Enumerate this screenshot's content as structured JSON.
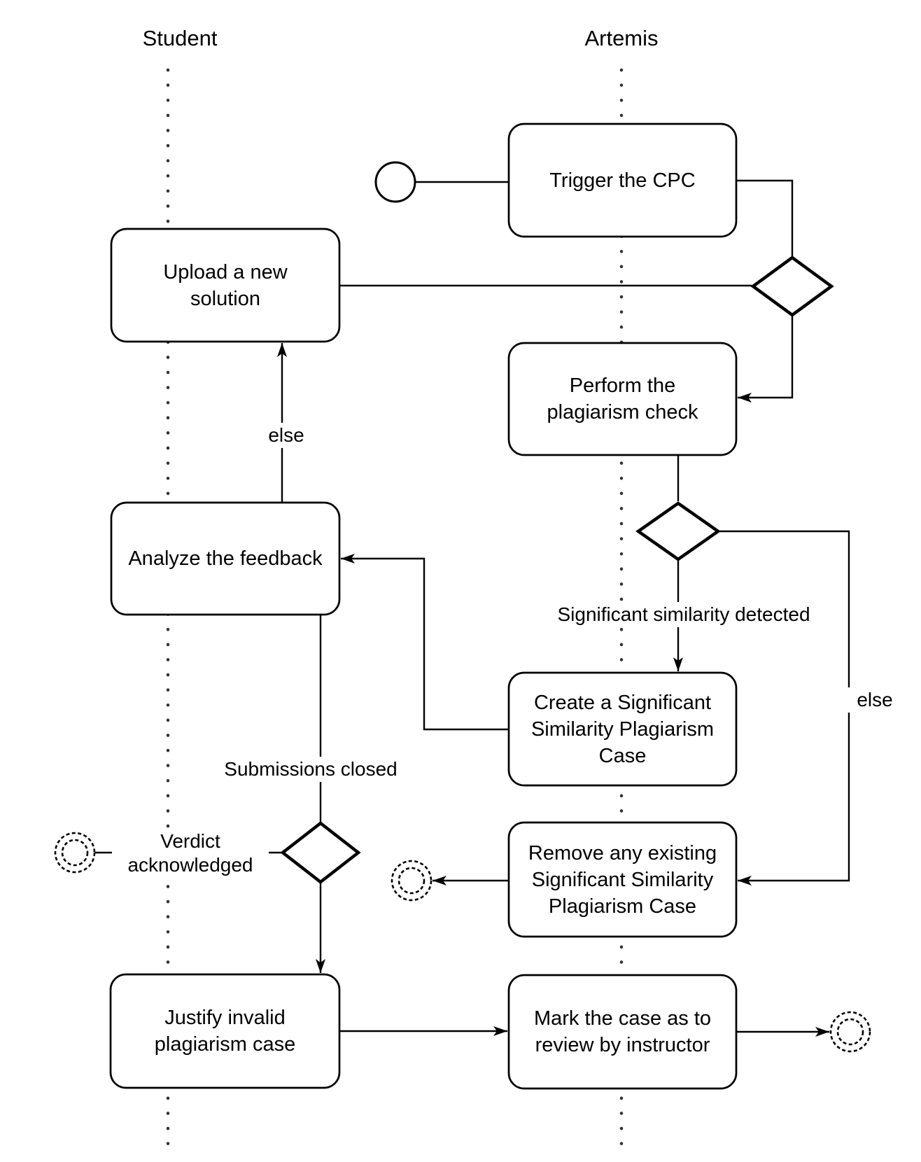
{
  "diagram": {
    "title_hint": "Plagiarism check activity diagram",
    "colors": {
      "stroke": "#000000",
      "background": "#ffffff",
      "lane_dots": "#333333"
    },
    "lanes": {
      "student": {
        "label": "Student"
      },
      "artemis": {
        "label": "Artemis"
      }
    },
    "nodes": {
      "trigger": {
        "label": "Trigger the CPC"
      },
      "upload": {
        "label": "Upload a new\nsolution"
      },
      "perform": {
        "label": "Perform the\nplagiarism check"
      },
      "create": {
        "label": "Create a Significant\nSimilarity Plagiarism\nCase"
      },
      "analyze": {
        "label": "Analyze the feedback"
      },
      "remove": {
        "label": "Remove any existing\nSignificant Similarity\nPlagiarism Case"
      },
      "justify": {
        "label": "Justify invalid\nplagiarism case"
      },
      "mark": {
        "label": "Mark the case as to\nreview by instructor"
      }
    },
    "edge_labels": {
      "else_upload": "else",
      "significant": "Significant similarity detected",
      "submissions": "Submissions closed",
      "verdict": "Verdict\nacknowledged",
      "else_remove": "else"
    }
  }
}
